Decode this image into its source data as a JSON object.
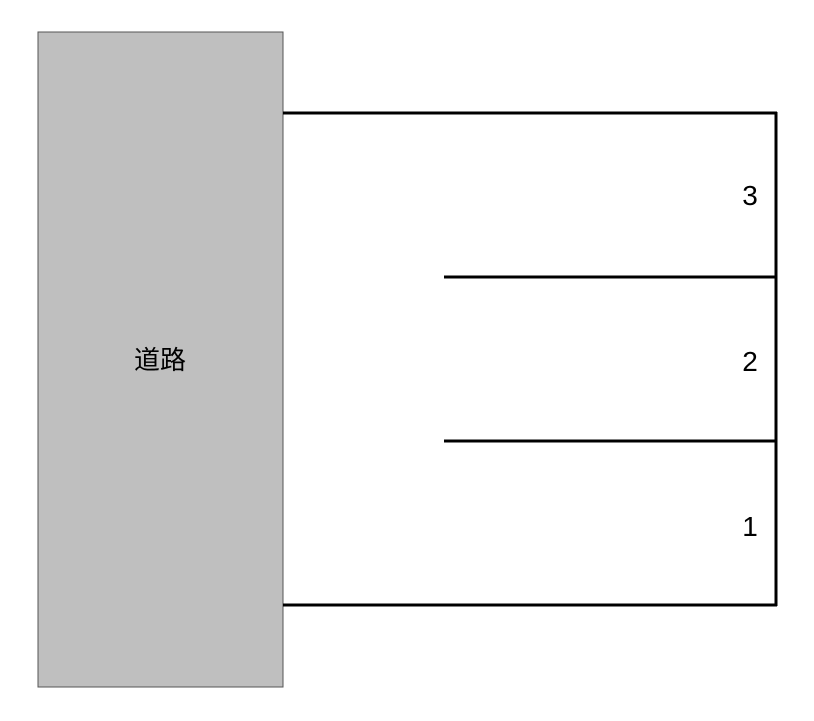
{
  "road": {
    "label": "道路",
    "fill_color": "#bfbfbf",
    "border_color": "#555555"
  },
  "parking": {
    "line_color": "#000000",
    "spaces": [
      {
        "number": "3"
      },
      {
        "number": "2"
      },
      {
        "number": "1"
      }
    ]
  }
}
